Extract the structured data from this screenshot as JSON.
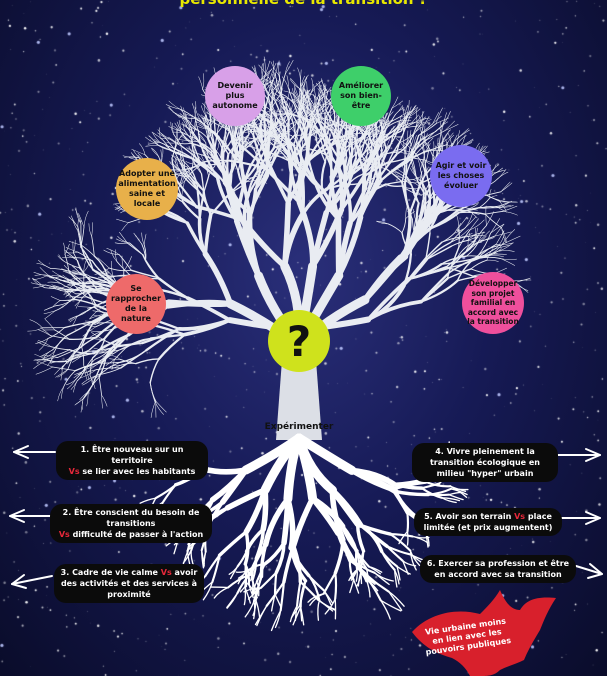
{
  "title": "personnelle de la transition ?",
  "center": {
    "symbol": "?",
    "label": "Expérimenter"
  },
  "bubbles": [
    {
      "text": "Devenir  plus autonome",
      "color": "#d8a0e8"
    },
    {
      "text": "Améliorer son bien-être",
      "color": "#3ecf6a"
    },
    {
      "text": "Adopter une alimentation saine et locale",
      "color": "#e8b04a"
    },
    {
      "text": "Agir et voir les choses évoluer",
      "color": "#7a6cf0"
    },
    {
      "text": "Se rapprocher de la nature",
      "color": "#ee6a6a"
    },
    {
      "text": "Développer son projet familial en accord avec la transition",
      "color": "#ef4f9c"
    }
  ],
  "challenges": [
    {
      "line1": "1. Être nouveau sur un territoire",
      "vs": "Vs",
      "line2": "se lier avec les habitants"
    },
    {
      "line1": "2. Être conscient du besoin de transitions",
      "vs": "Vs",
      "line2": "difficulté de passer à l'action"
    },
    {
      "line1": "3. Cadre de vie calme",
      "vs": "Vs",
      "line2": "avoir des activités et des services à proximité"
    },
    {
      "line1": "4. Vivre pleinement la transition écologique en milieu \"hyper\" urbain",
      "vs": "",
      "line2": ""
    },
    {
      "line1": "5.  Avoir son terrain",
      "vs": "Vs",
      "line2": "place limitée (et prix augmentent)"
    },
    {
      "line1": "6. Exercer sa profession et être en accord avec sa transition",
      "vs": "",
      "line2": ""
    }
  ],
  "bat": {
    "text": "Vie urbaine moins en lien avec les pouvoirs publiques",
    "color": "#d8202c"
  }
}
